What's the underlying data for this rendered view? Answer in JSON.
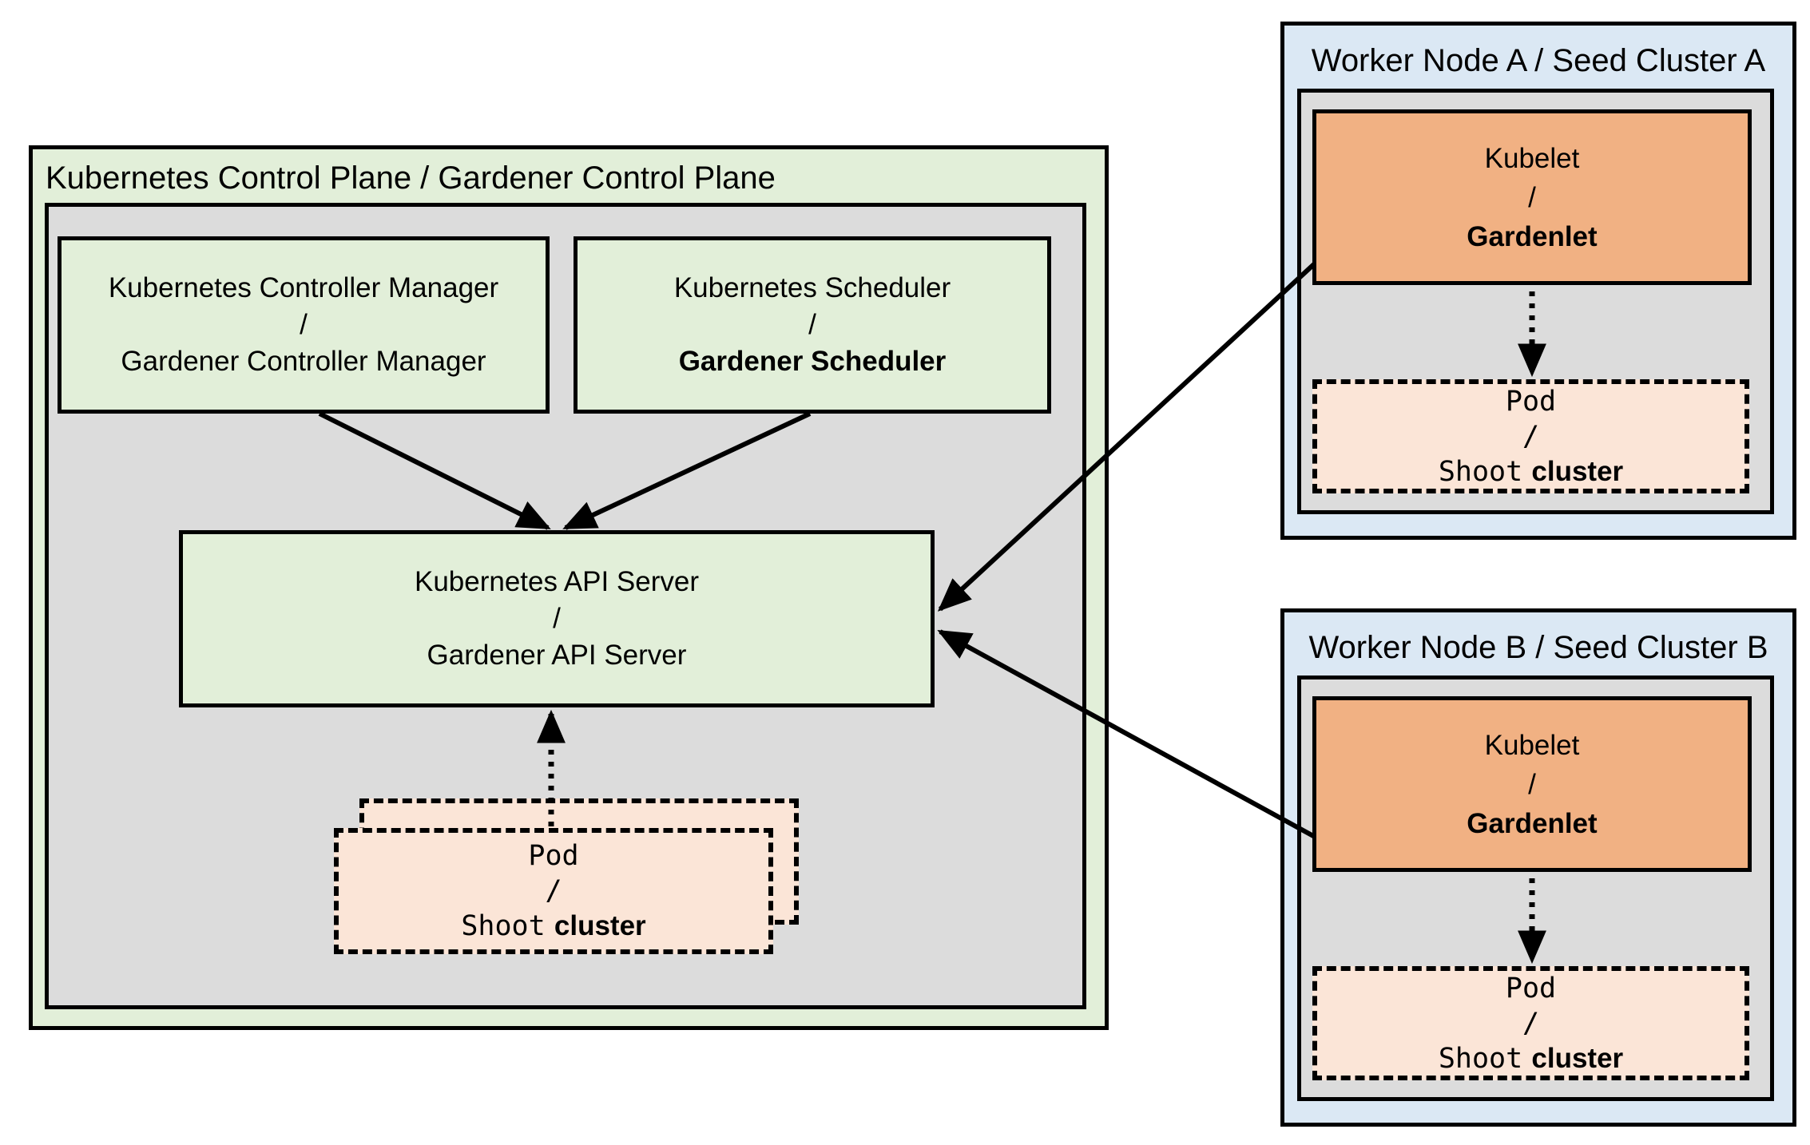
{
  "colors": {
    "background": "#ffffff",
    "control_plane_fill": "#e2efd9",
    "node_green_fill": "#e2efd9",
    "inner_panel_fill": "#dcdcdc",
    "worker_fill": "#dbe8f4",
    "kubelet_fill": "#f1b183",
    "pod_fill": "#fbe5d7",
    "line_color": "#000000"
  },
  "control_plane": {
    "title": "Kubernetes Control Plane / Gardener Control Plane",
    "controller_manager": {
      "line1": "Kubernetes Controller Manager",
      "separator": "/",
      "line2": "Gardener Controller Manager"
    },
    "scheduler": {
      "line1": "Kubernetes Scheduler",
      "separator": "/",
      "line2": "Gardener Scheduler"
    },
    "api_server": {
      "line1": "Kubernetes API Server",
      "separator": "/",
      "line2": "Gardener API Server"
    },
    "pod": {
      "line1": "Pod",
      "separator": "/",
      "line2_mono": "Shoot",
      "line2_plain": "cluster"
    }
  },
  "workers": [
    {
      "title": "Worker Node A / Seed Cluster A",
      "kubelet": {
        "line1": "Kubelet",
        "separator": "/",
        "line2": "Gardenlet"
      },
      "pod": {
        "line1": "Pod",
        "separator": "/",
        "line2_mono": "Shoot",
        "line2_plain": "cluster"
      }
    },
    {
      "title": "Worker Node B / Seed Cluster B",
      "kubelet": {
        "line1": "Kubelet",
        "separator": "/",
        "line2": "Gardenlet"
      },
      "pod": {
        "line1": "Pod",
        "separator": "/",
        "line2_mono": "Shoot",
        "line2_plain": "cluster"
      }
    }
  ]
}
